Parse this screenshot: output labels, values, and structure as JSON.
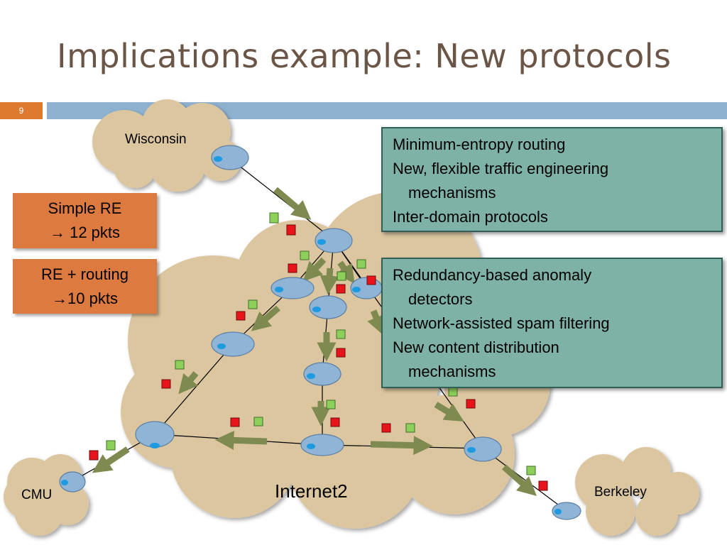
{
  "slide": {
    "title": "Implications example: New protocols",
    "number": "9"
  },
  "clouds": {
    "wisconsin": "Wisconsin",
    "internet2": "Internet2",
    "cmu": "CMU",
    "berkeley": "Berkeley"
  },
  "boxes": {
    "simple_re_line1": "Simple RE",
    "simple_re_line2": "→ 12  pkts",
    "re_routing_line1": "RE + routing",
    "re_routing_line2": "→10 pkts"
  },
  "list_top": {
    "bullet": "",
    "items": [
      {
        "line1": "Minimum-entropy routing",
        "line2": ""
      },
      {
        "line1": "New, flexible traffic engineering",
        "line2": "mechanisms"
      },
      {
        "line1": "Inter-domain protocols",
        "line2": ""
      }
    ]
  },
  "list_bottom": {
    "bullet": "",
    "items": [
      {
        "line1": "Redundancy-based anomaly",
        "line2": "detectors"
      },
      {
        "line1": "Network-assisted spam filtering",
        "line2": ""
      },
      {
        "line1": "New content distribution",
        "line2": "mechanisms"
      }
    ]
  },
  "colors": {
    "cloud_fill": "#dcc6a0",
    "router_fill": "#8fb4d6",
    "arrow_fill": "#7e8a4f",
    "packet_red": "#e8141c",
    "packet_green": "#8ccf5a"
  }
}
